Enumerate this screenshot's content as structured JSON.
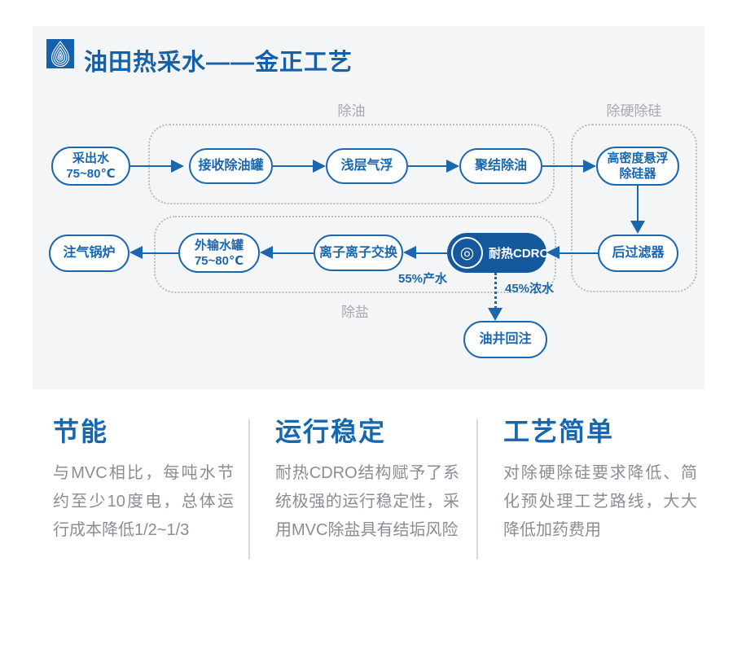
{
  "header": {
    "title": "油田热采水——金正工艺"
  },
  "diagram": {
    "groups": [
      {
        "label": "除油"
      },
      {
        "label": "除硬除硅"
      },
      {
        "label": "除盐"
      }
    ],
    "nodes": {
      "source": {
        "line1": "采出水",
        "line2": "75~80℃"
      },
      "receive_tank": {
        "label": "接收除油罐"
      },
      "shallow_flotation": {
        "label": "浅层气浮"
      },
      "coalescing": {
        "label": "聚结除油"
      },
      "high_density": {
        "line1": "高密度悬浮",
        "line2": "除硅器"
      },
      "post_filter": {
        "label": "后过滤器"
      },
      "cdro": {
        "label": "耐热CDRO",
        "icon": "double-circle-icon",
        "icon_glyph": "◎"
      },
      "ion_exchange": {
        "label": "离子离子交换"
      },
      "export_tank": {
        "line1": "外输水罐",
        "line2": "75~80℃"
      },
      "boiler": {
        "label": "注气锅炉"
      },
      "reinjection": {
        "label": "油井回注"
      }
    },
    "flow_labels": {
      "product": "55%产水",
      "concentrate": "45%浓水"
    }
  },
  "features": [
    {
      "title": "节能",
      "body": "与MVC相比，每吨水节约至少10度电，总体运行成本降低1/2~1/3"
    },
    {
      "title": "运行稳定",
      "body": "耐热CDRO结构赋予了系统极强的运行稳定性，采用MVC除盐具有结垢风险"
    },
    {
      "title": "工艺简单",
      "body": "对除硬除硅要求降低、简化预处理工艺路线，大大降低加药费用"
    }
  ],
  "colors": {
    "accent": "#1b67ad",
    "accent_dark": "#14599e",
    "title_blue": "#1460ab",
    "panel_gray": "#f4f5f6",
    "label_gray": "#a7aaac",
    "body_gray": "#8a8e92"
  }
}
